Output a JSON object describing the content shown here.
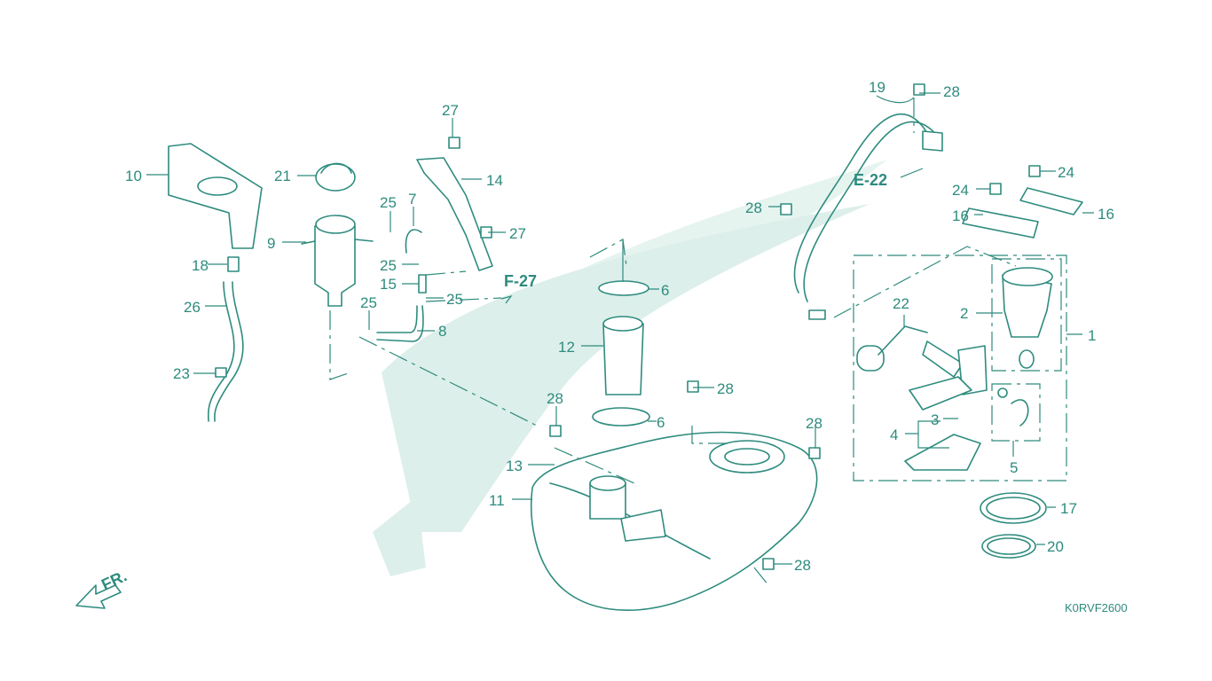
{
  "diagram": {
    "code": "K0RVF2600",
    "front_label": "FR.",
    "refs": [
      {
        "id": "f27",
        "label": "F-27"
      },
      {
        "id": "e22",
        "label": "E-22"
      }
    ],
    "callouts": [
      "1",
      "2",
      "3",
      "4",
      "5",
      "6",
      "6",
      "7",
      "8",
      "9",
      "10",
      "11",
      "12",
      "13",
      "14",
      "15",
      "16",
      "16",
      "17",
      "18",
      "19",
      "20",
      "21",
      "22",
      "23",
      "24",
      "24",
      "25",
      "25",
      "25",
      "25",
      "26",
      "27",
      "27",
      "28",
      "28",
      "28",
      "28",
      "28",
      "28"
    ]
  },
  "colors": {
    "line": "#2e8b7e",
    "watermark": "#dcefea"
  }
}
